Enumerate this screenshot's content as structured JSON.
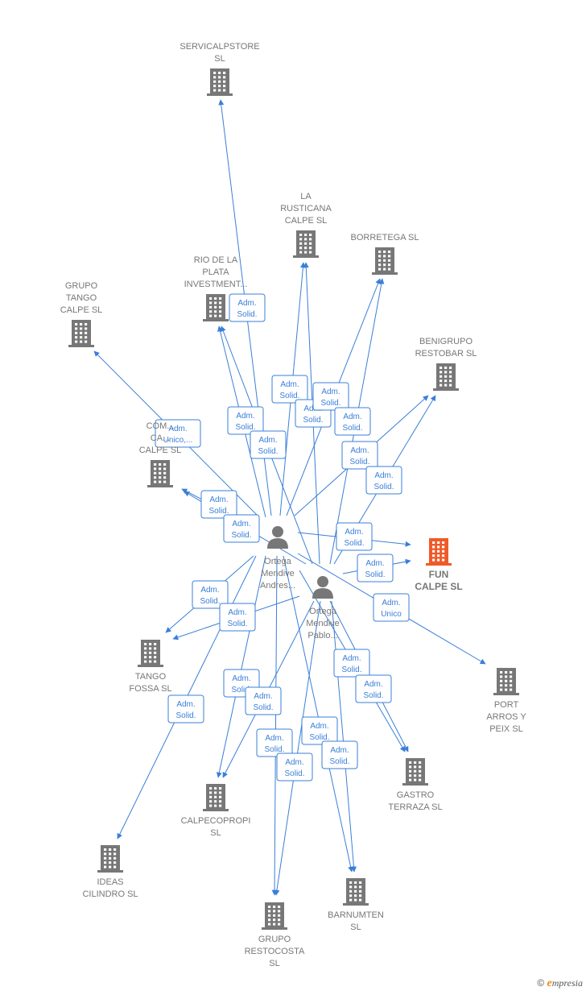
{
  "colors": {
    "edge": "#3a7fd8",
    "building": "#777777",
    "building_highlight": "#f05a28",
    "person": "#777777"
  },
  "nodes": [
    {
      "id": "servicalpstore",
      "type": "company",
      "lines": [
        "SERVICALPSTORE",
        "SL"
      ]
    },
    {
      "id": "la-rusticana",
      "type": "company",
      "lines": [
        "LA",
        "RUSTICANA",
        "CALPE  SL"
      ]
    },
    {
      "id": "borretega",
      "type": "company",
      "lines": [
        "BORRETEGA SL"
      ]
    },
    {
      "id": "rio-de-la-plata",
      "type": "company",
      "lines": [
        "RIO DE LA",
        "PLATA",
        "INVESTMENT..."
      ]
    },
    {
      "id": "grupo-tango",
      "type": "company",
      "lines": [
        "GRUPO",
        "TANGO",
        "CALPE SL"
      ]
    },
    {
      "id": "benigrupo",
      "type": "company",
      "lines": [
        "BENIGRUPO",
        "RESTOBAR  SL"
      ]
    },
    {
      "id": "com-calpe",
      "type": "company",
      "lines": [
        "COM...",
        "CA...",
        "CALPE  SL"
      ]
    },
    {
      "id": "fun-calpe",
      "type": "company-main",
      "lines": [
        "FUN",
        "CALPE  SL"
      ]
    },
    {
      "id": "tango-fossa",
      "type": "company",
      "lines": [
        "TANGO",
        "FOSSA  SL"
      ]
    },
    {
      "id": "port-arros",
      "type": "company",
      "lines": [
        "PORT",
        "ARROS Y",
        "PEIX SL"
      ]
    },
    {
      "id": "calpecopropi",
      "type": "company",
      "lines": [
        "CALPECOPROPI",
        "SL"
      ]
    },
    {
      "id": "gastro-terraza",
      "type": "company",
      "lines": [
        "GASTRO",
        "TERRAZA  SL"
      ]
    },
    {
      "id": "ideas-cilindro",
      "type": "company",
      "lines": [
        "IDEAS",
        "CILINDRO SL"
      ]
    },
    {
      "id": "barnumten",
      "type": "company",
      "lines": [
        "BARNUMTEN",
        "SL"
      ]
    },
    {
      "id": "grupo-restocosta",
      "type": "company",
      "lines": [
        "GRUPO",
        "RESTOCOSTA",
        "SL"
      ]
    },
    {
      "id": "ortega-andres",
      "type": "person",
      "lines": [
        "Ortega",
        "Mendive",
        "Andres..."
      ]
    },
    {
      "id": "ortega-pablo",
      "type": "person",
      "lines": [
        "Ortega",
        "Mendive",
        "Pablo..."
      ]
    }
  ],
  "edges": [
    {
      "from": "ortega-andres",
      "to": "servicalpstore",
      "lines": [
        "Adm.",
        "Solid."
      ]
    },
    {
      "from": "ortega-andres",
      "to": "la-rusticana",
      "lines": [
        "Adm.",
        "Solid."
      ]
    },
    {
      "from": "ortega-pablo",
      "to": "la-rusticana",
      "lines": [
        "Adm.",
        "Solid."
      ]
    },
    {
      "from": "ortega-andres",
      "to": "borretega",
      "lines": [
        "Adm.",
        "Solid."
      ]
    },
    {
      "from": "ortega-pablo",
      "to": "borretega",
      "lines": [
        "Adm.",
        "Solid."
      ]
    },
    {
      "from": "ortega-andres",
      "to": "rio-de-la-plata",
      "lines": [
        "Adm.",
        "Solid."
      ]
    },
    {
      "from": "ortega-pablo",
      "to": "rio-de-la-plata",
      "lines": [
        "Adm.",
        "Solid."
      ]
    },
    {
      "from": "ortega-andres",
      "to": "grupo-tango",
      "lines": [
        "Adm.",
        "Unico,..."
      ]
    },
    {
      "from": "ortega-andres",
      "to": "benigrupo",
      "lines": [
        "Adm.",
        "Solid."
      ]
    },
    {
      "from": "ortega-pablo",
      "to": "benigrupo",
      "lines": [
        "Adm.",
        "Solid."
      ]
    },
    {
      "from": "ortega-andres",
      "to": "com-calpe",
      "lines": [
        "Adm.",
        "Solid."
      ]
    },
    {
      "from": "ortega-pablo",
      "to": "com-calpe",
      "lines": [
        "Adm.",
        "Solid."
      ]
    },
    {
      "from": "ortega-andres",
      "to": "fun-calpe",
      "lines": [
        "Adm.",
        "Solid."
      ]
    },
    {
      "from": "ortega-pablo",
      "to": "fun-calpe",
      "lines": [
        "Adm.",
        "Solid."
      ]
    },
    {
      "from": "ortega-andres",
      "to": "port-arros",
      "lines": [
        "Adm.",
        "Unico"
      ]
    },
    {
      "from": "ortega-andres",
      "to": "tango-fossa",
      "lines": [
        "Adm.",
        "Solid."
      ]
    },
    {
      "from": "ortega-pablo",
      "to": "tango-fossa",
      "lines": [
        "Adm.",
        "Solid."
      ]
    },
    {
      "from": "ortega-andres",
      "to": "ideas-cilindro",
      "lines": [
        "Adm.",
        "Solid."
      ]
    },
    {
      "from": "ortega-andres",
      "to": "calpecopropi",
      "lines": [
        "Adm.",
        "Solid."
      ]
    },
    {
      "from": "ortega-pablo",
      "to": "calpecopropi",
      "lines": [
        "Adm.",
        "Solid."
      ]
    },
    {
      "from": "ortega-andres",
      "to": "gastro-terraza",
      "lines": [
        "Adm.",
        "Solid."
      ]
    },
    {
      "from": "ortega-pablo",
      "to": "gastro-terraza",
      "lines": [
        "Adm.",
        "Solid."
      ]
    },
    {
      "from": "ortega-andres",
      "to": "grupo-restocosta",
      "lines": [
        "Adm.",
        "Solid."
      ]
    },
    {
      "from": "ortega-pablo",
      "to": "grupo-restocosta",
      "lines": [
        "Adm.",
        "Solid."
      ]
    },
    {
      "from": "ortega-andres",
      "to": "barnumten",
      "lines": [
        "Adm.",
        "Solid."
      ]
    },
    {
      "from": "ortega-pablo",
      "to": "barnumten",
      "lines": [
        "Adm.",
        "Solid."
      ]
    }
  ],
  "footer": {
    "copyright": "©",
    "brand_initial": "e",
    "brand_rest": "mpresia"
  }
}
